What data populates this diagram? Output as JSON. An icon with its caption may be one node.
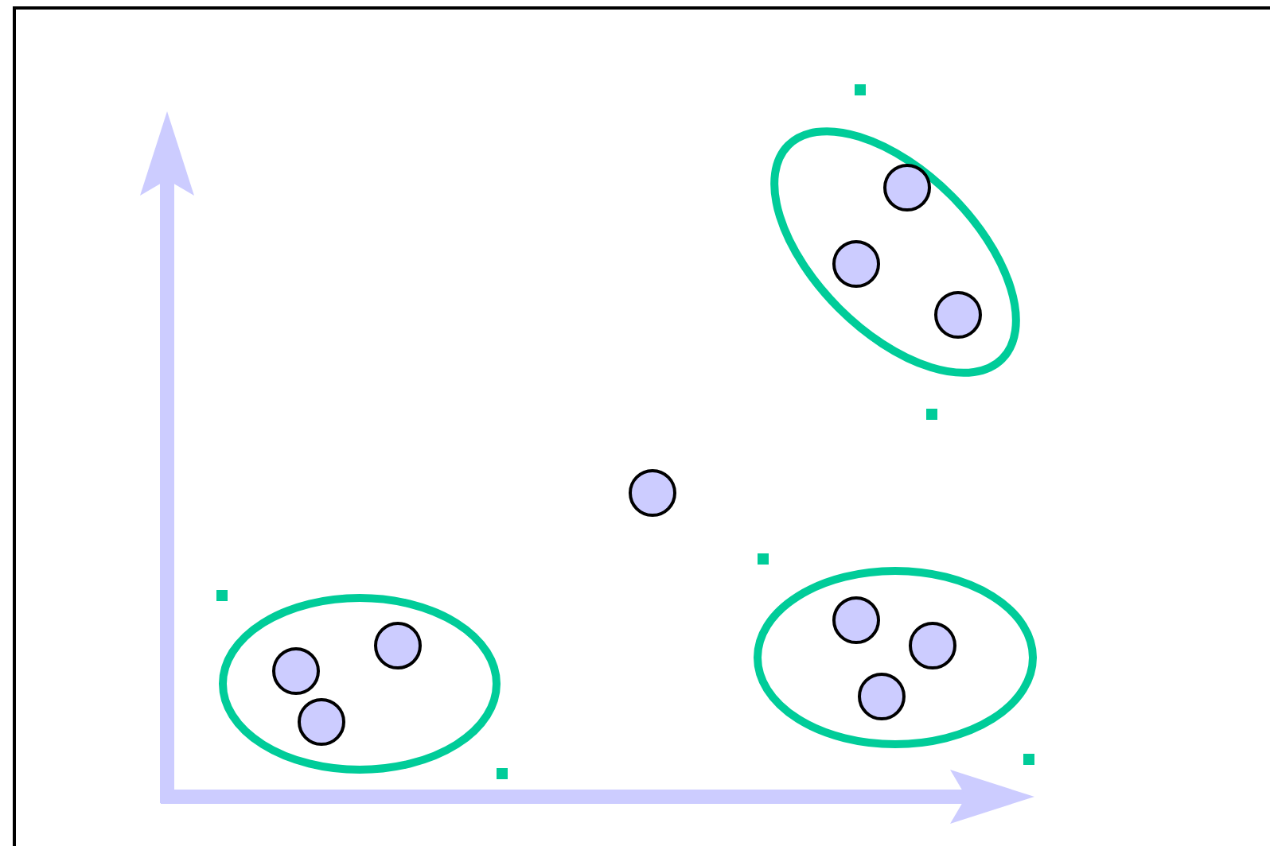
{
  "diagram": {
    "nodes": [
      {
        "text": [],
        "shape": "ellipse"
      },
      {
        "text": [],
        "shape": "circle",
        "in": 0
      },
      {
        "text": [],
        "shape": "circle",
        "in": 0
      },
      {
        "text": [],
        "shape": "circle",
        "in": 0
      },
      {
        "text": [],
        "shape": "circle"
      },
      {
        "text": [],
        "shape": "ellipse"
      },
      {
        "text": [],
        "shape": "circle",
        "in": 5
      },
      {
        "text": [],
        "shape": "circle",
        "in": 5
      },
      {
        "text": [],
        "shape": "circle",
        "in": 5
      },
      {
        "text": [],
        "shape": "ellipse"
      },
      {
        "text": [],
        "shape": "circle",
        "in": 9
      },
      {
        "text": [],
        "shape": "circle",
        "in": 9
      },
      {
        "text": [],
        "shape": "circle",
        "in": 9
      }
    ]
  }
}
